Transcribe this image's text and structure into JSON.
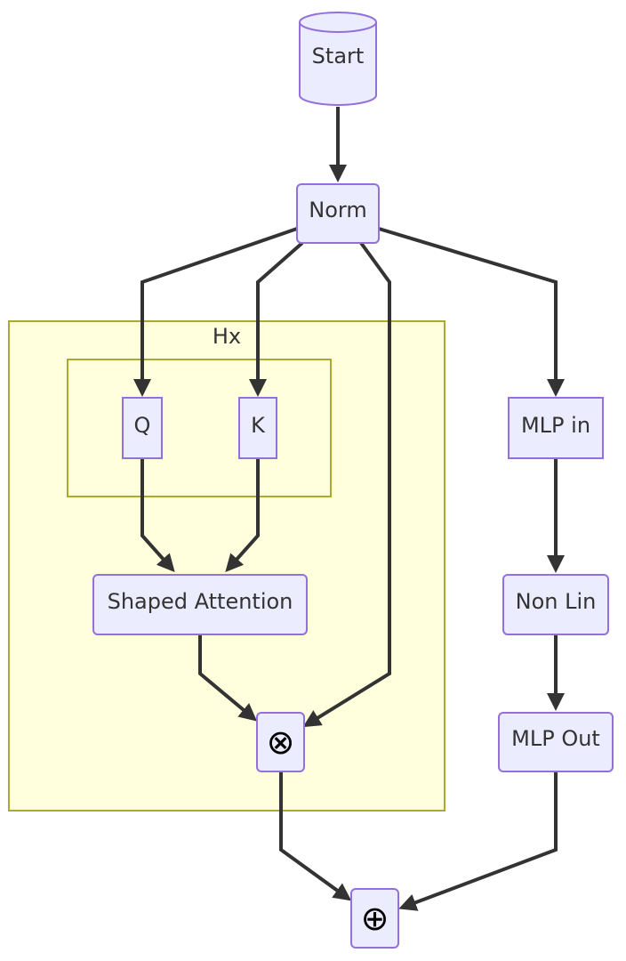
{
  "diagram": {
    "subgraph_label": "Hx",
    "nodes": {
      "start": "Start",
      "norm": "Norm",
      "q": "Q",
      "k": "K",
      "shaped_attention": "Shaped Attention",
      "multiply": "⊗",
      "mlp_in": "MLP in",
      "non_lin": "Non Lin",
      "mlp_out": "MLP Out",
      "add": "⊕"
    }
  },
  "colors": {
    "node_fill": "#ececff",
    "node_stroke": "#9370db",
    "cluster_fill": "#ffffde",
    "cluster_stroke": "#aaaa33",
    "edge": "#333333"
  }
}
